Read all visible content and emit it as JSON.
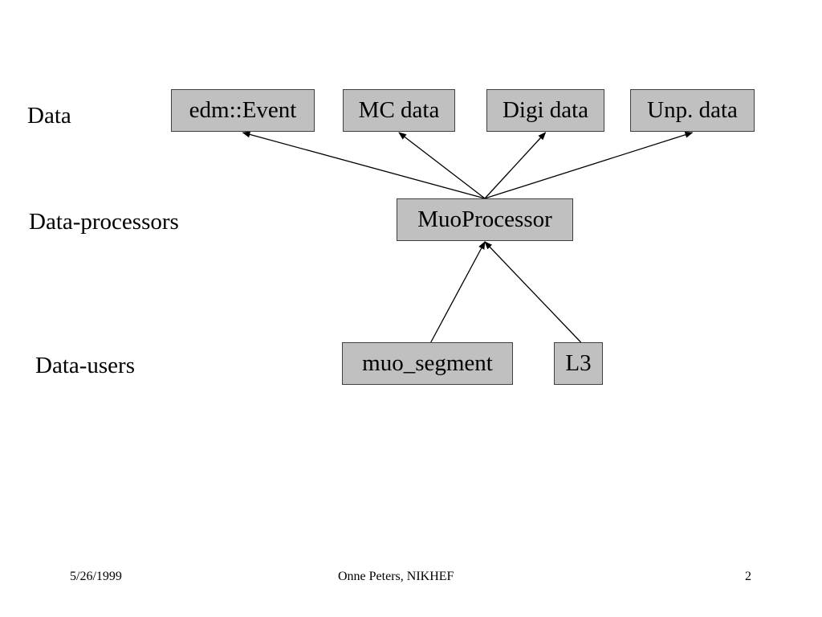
{
  "rows": {
    "data": "Data",
    "processors": "Data-processors",
    "users": "Data-users"
  },
  "nodes": {
    "edm_event": "edm::Event",
    "mc_data": "MC data",
    "digi_data": "Digi data",
    "unp_data": "Unp. data",
    "muo_processor": "MuoProcessor",
    "muo_segment": "muo_segment",
    "l3": "L3"
  },
  "edges": [
    {
      "from": "muo_processor",
      "to": "edm_event"
    },
    {
      "from": "muo_processor",
      "to": "mc_data"
    },
    {
      "from": "muo_processor",
      "to": "digi_data"
    },
    {
      "from": "muo_processor",
      "to": "unp_data"
    },
    {
      "from": "muo_segment",
      "to": "muo_processor"
    },
    {
      "from": "l3",
      "to": "muo_processor"
    }
  ],
  "colors": {
    "node_fill": "#c0c0c0",
    "node_border": "#404040",
    "arrow": "#000000"
  },
  "footer": {
    "date": "5/26/1999",
    "author": "Onne Peters, NIKHEF",
    "page": "2"
  }
}
